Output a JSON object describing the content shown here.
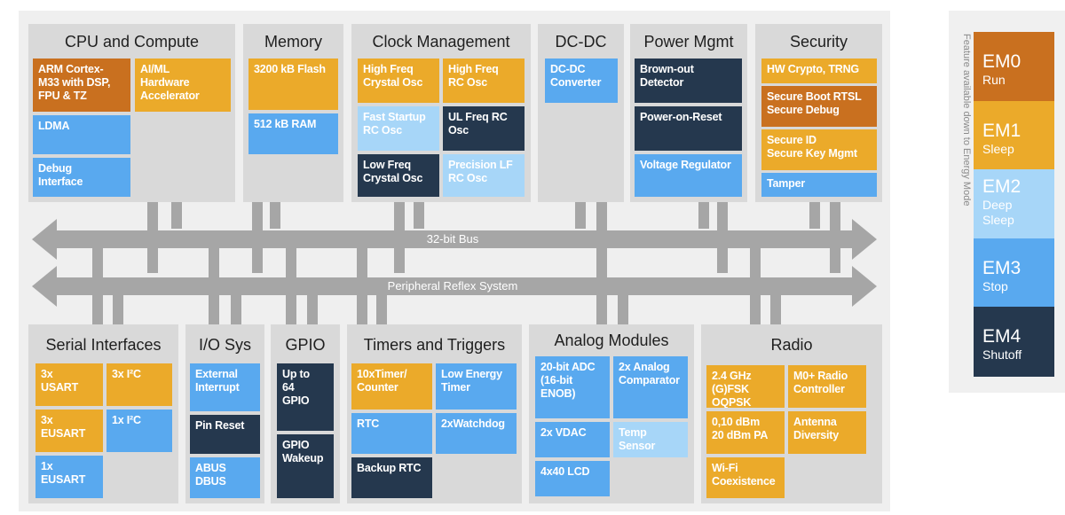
{
  "groups": {
    "cpu": {
      "title": "CPU and Compute",
      "blocks": [
        "ARM Cortex-\nM33 with DSP,\nFPU & TZ",
        "AI/ML\nHardware\nAccelerator",
        "LDMA",
        "Debug\nInterface"
      ]
    },
    "memory": {
      "title": "Memory",
      "blocks": [
        "3200 kB Flash",
        "512 kB RAM"
      ]
    },
    "clock": {
      "title": "Clock Management",
      "blocks": [
        "High Freq\nCrystal Osc",
        "High Freq\nRC Osc",
        "Fast Startup\nRC Osc",
        "UL Freq RC\nOsc",
        "Low Freq\nCrystal Osc",
        "Precision LF\nRC Osc"
      ]
    },
    "dcdc": {
      "title": "DC-DC",
      "blocks": [
        "DC-DC\nConverter"
      ]
    },
    "power": {
      "title": "Power Mgmt",
      "blocks": [
        "Brown-out\nDetector",
        "Power-on-Reset",
        "Voltage Regulator"
      ]
    },
    "security": {
      "title": "Security",
      "blocks": [
        "HW Crypto, TRNG",
        "Secure Boot RTSL\nSecure Debug",
        "Secure ID\nSecure Key Mgmt",
        "Tamper"
      ]
    },
    "serial": {
      "title": "Serial Interfaces",
      "blocks": [
        "3x\nUSART",
        "3x I²C",
        "3x\nEUSART",
        "1x I²C",
        "1x\nEUSART"
      ]
    },
    "io": {
      "title": "I/O Sys",
      "blocks": [
        "External\nInterrupt",
        "Pin Reset",
        "ABUS\nDBUS"
      ]
    },
    "gpio": {
      "title": "GPIO",
      "blocks": [
        "Up to\n64\nGPIO",
        "GPIO\nWakeup"
      ]
    },
    "timers": {
      "title": "Timers and Triggers",
      "blocks": [
        "10xTimer/\nCounter",
        "Low Energy\nTimer",
        "RTC",
        "2xWatchdog",
        "Backup RTC"
      ]
    },
    "analog": {
      "title": "Analog Modules",
      "blocks": [
        "20-bit ADC\n(16-bit\nENOB)",
        "2x Analog\nComparator",
        "2x VDAC",
        "Temp\nSensor",
        "4x40 LCD"
      ]
    },
    "radio": {
      "title": "Radio",
      "blocks": [
        "2.4 GHz\n(G)FSK\nOQPSK",
        "M0+ Radio\nController",
        "0,10 dBm\n20 dBm PA",
        "Antenna\nDiversity",
        "Wi-Fi\nCoexistence"
      ]
    }
  },
  "buses": {
    "bus32": "32-bit Bus",
    "prs": "Peripheral Reflex System"
  },
  "legend": {
    "caption": "Feature available down to Energy Mode",
    "modes": [
      {
        "name": "EM0",
        "desc": "Run",
        "color": "#c9701f"
      },
      {
        "name": "EM1",
        "desc": "Sleep",
        "color": "#ebaa2a"
      },
      {
        "name": "EM2",
        "desc": "Deep\nSleep",
        "color": "#a7d6f8"
      },
      {
        "name": "EM3",
        "desc": "Stop",
        "color": "#59a9ef"
      },
      {
        "name": "EM4",
        "desc": "Shutoff",
        "color": "#25384e"
      }
    ]
  },
  "colors": {
    "em0": "#c9701f",
    "em1": "#ebaa2a",
    "em2": "#a7d6f8",
    "em3": "#59a9ef",
    "em4": "#25384e",
    "bus": "#a6a6a6"
  }
}
